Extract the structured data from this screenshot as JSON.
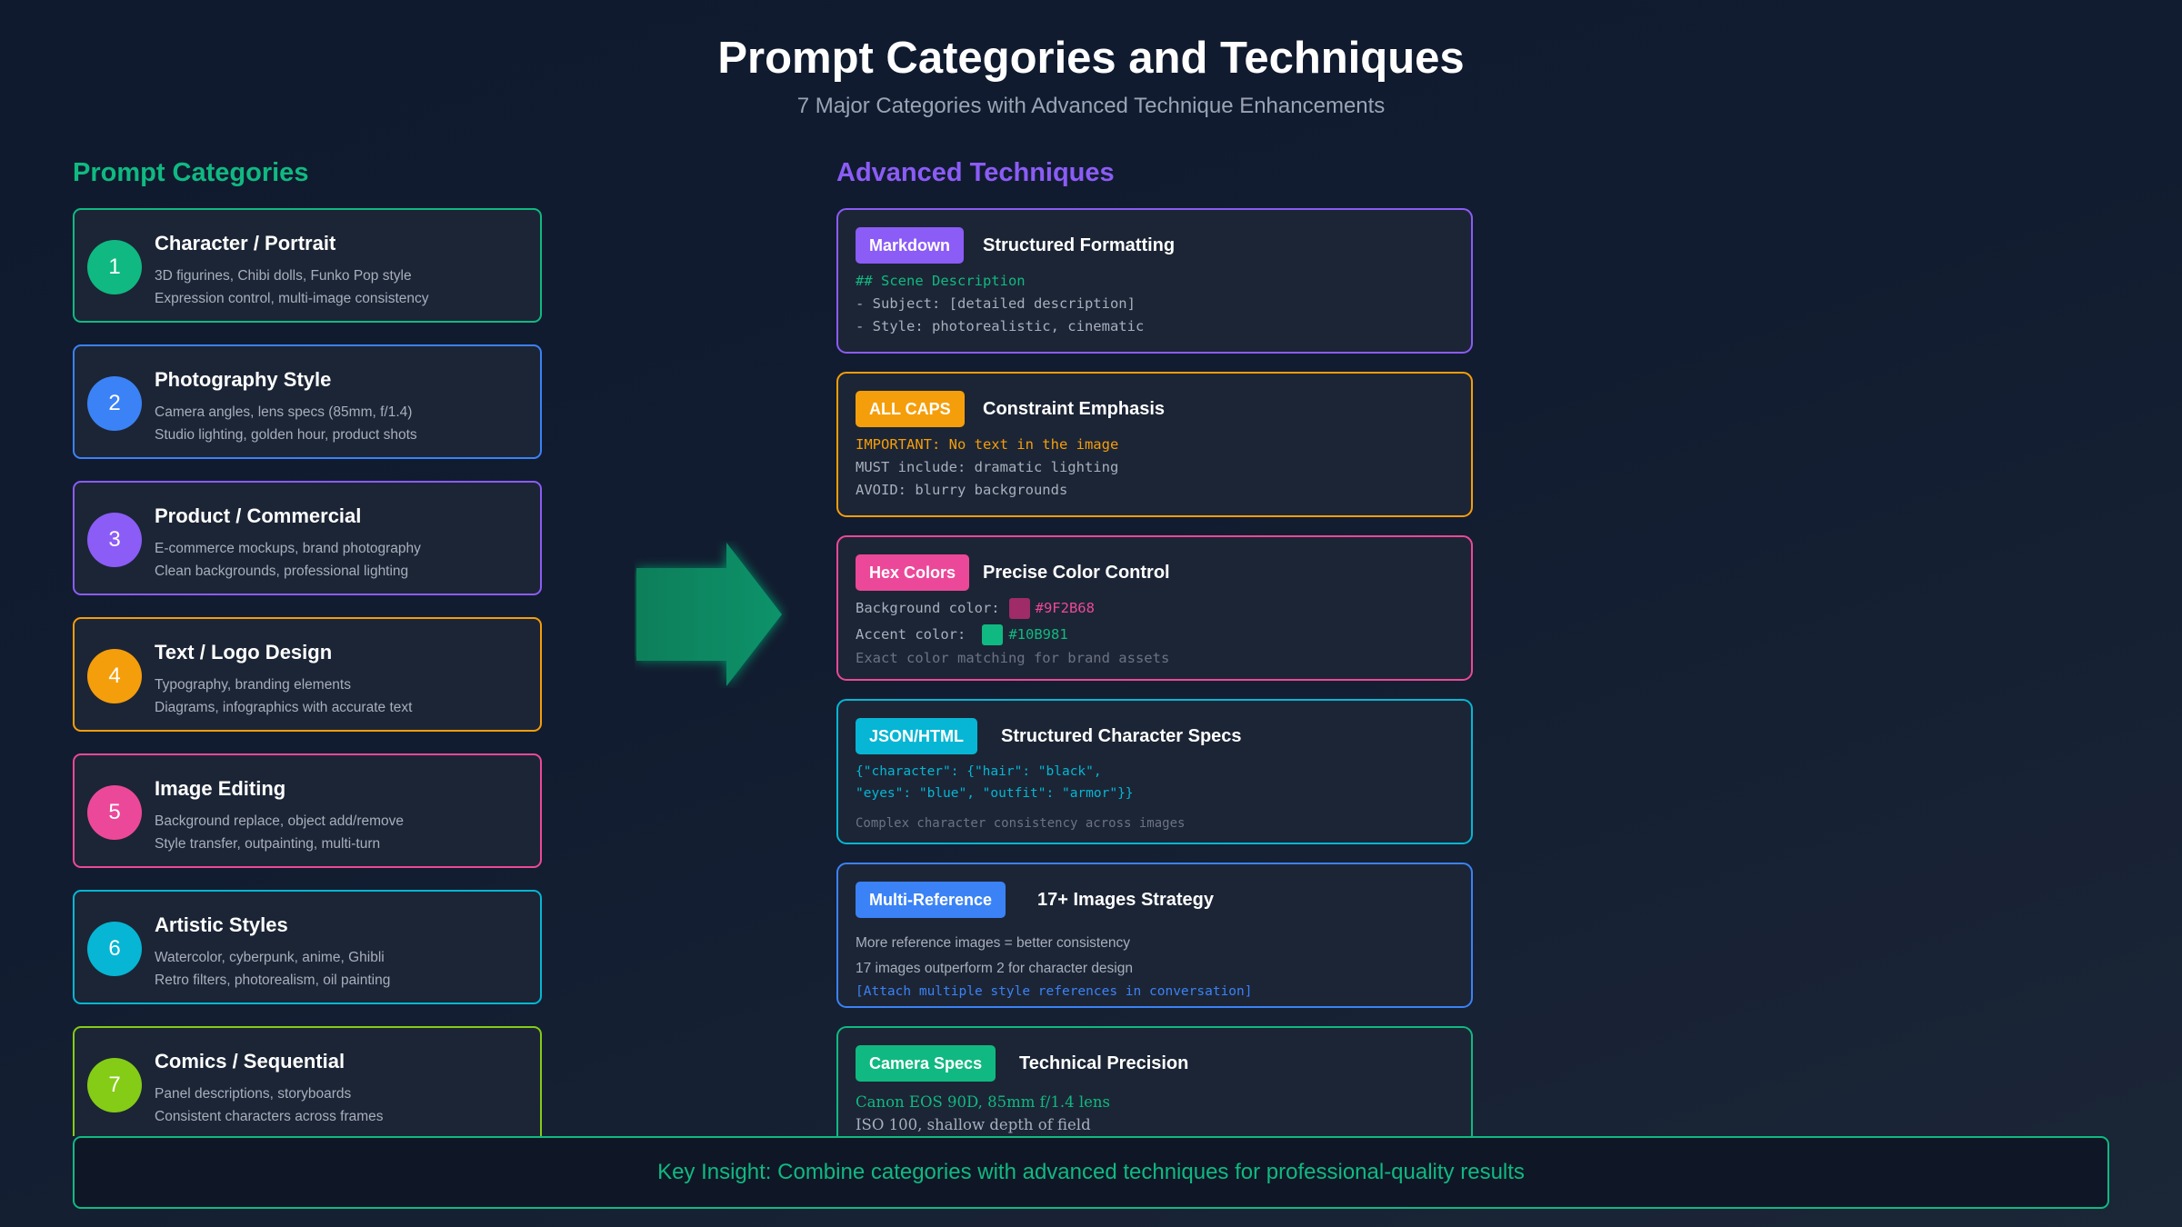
{
  "header": {
    "title": "Prompt Categories and Techniques",
    "subtitle": "7 Major Categories with Advanced Technique Enhancements"
  },
  "sections": {
    "categories_heading": "Prompt Categories",
    "techniques_heading": "Advanced Techniques"
  },
  "colors": {
    "green": "#10b981",
    "blue": "#3b82f6",
    "purple": "#8b5cf6",
    "orange": "#f59e0b",
    "pink": "#ec4899",
    "cyan": "#06b6d4",
    "lime": "#84cc16"
  },
  "categories": [
    {
      "num": "1",
      "title": "Character / Portrait",
      "line1": "3D figurines, Chibi dolls, Funko Pop style",
      "line2": "Expression control, multi-image consistency",
      "color": "#10b981"
    },
    {
      "num": "2",
      "title": "Photography Style",
      "line1": "Camera angles, lens specs (85mm, f/1.4)",
      "line2": "Studio lighting, golden hour, product shots",
      "color": "#3b82f6"
    },
    {
      "num": "3",
      "title": "Product / Commercial",
      "line1": "E-commerce mockups, brand photography",
      "line2": "Clean backgrounds, professional lighting",
      "color": "#8b5cf6"
    },
    {
      "num": "4",
      "title": "Text / Logo Design",
      "line1": "Typography, branding elements",
      "line2": "Diagrams, infographics with accurate text",
      "color": "#f59e0b"
    },
    {
      "num": "5",
      "title": "Image Editing",
      "line1": "Background replace, object add/remove",
      "line2": "Style transfer, outpainting, multi-turn",
      "color": "#ec4899"
    },
    {
      "num": "6",
      "title": "Artistic Styles",
      "line1": "Watercolor, cyberpunk, anime, Ghibli",
      "line2": "Retro filters, photorealism, oil painting",
      "color": "#06b6d4"
    },
    {
      "num": "7",
      "title": "Comics / Sequential",
      "line1": "Panel descriptions, storyboards",
      "line2": "Consistent characters across frames",
      "color": "#84cc16"
    }
  ],
  "techniques": {
    "markdown": {
      "badge": "Markdown",
      "title": "Structured Formatting",
      "color": "#8b5cf6",
      "line1": "## Scene Description",
      "line2": "- Subject: [detailed description]",
      "line3": "- Style: photorealistic, cinematic"
    },
    "caps": {
      "badge": "ALL CAPS",
      "title": "Constraint Emphasis",
      "color": "#f59e0b",
      "line1": "IMPORTANT: No text in the image",
      "line2": "MUST include: dramatic lighting",
      "line3": "AVOID: blurry backgrounds"
    },
    "hex": {
      "badge": "Hex Colors",
      "title": "Precise Color Control",
      "color": "#ec4899",
      "bg_label": "Background color:",
      "bg_value": "#9F2B68",
      "bg_swatch": "#9f2b68",
      "accent_label": "Accent color:",
      "accent_value": "#10B981",
      "accent_swatch": "#10b981",
      "note": "Exact color matching for brand assets"
    },
    "json": {
      "badge": "JSON/HTML",
      "title": "Structured Character Specs",
      "color": "#06b6d4",
      "line1": "{\"character\": {\"hair\": \"black\",",
      "line2": "\"eyes\": \"blue\", \"outfit\": \"armor\"}}",
      "note": "Complex character consistency across images"
    },
    "multiref": {
      "badge": "Multi-Reference",
      "title": "17+ Images Strategy",
      "color": "#3b82f6",
      "line1": "More reference images = better consistency",
      "line2": "17 images outperform 2 for character design",
      "line3": "[Attach multiple style references in conversation]"
    },
    "camera": {
      "badge": "Camera Specs",
      "title": "Technical Precision",
      "color": "#10b981",
      "line1": "Canon EOS 90D, 85mm f/1.4 lens",
      "line2": "ISO 100, shallow depth of field"
    }
  },
  "insight": "Key Insight: Combine categories with advanced techniques for professional-quality results"
}
